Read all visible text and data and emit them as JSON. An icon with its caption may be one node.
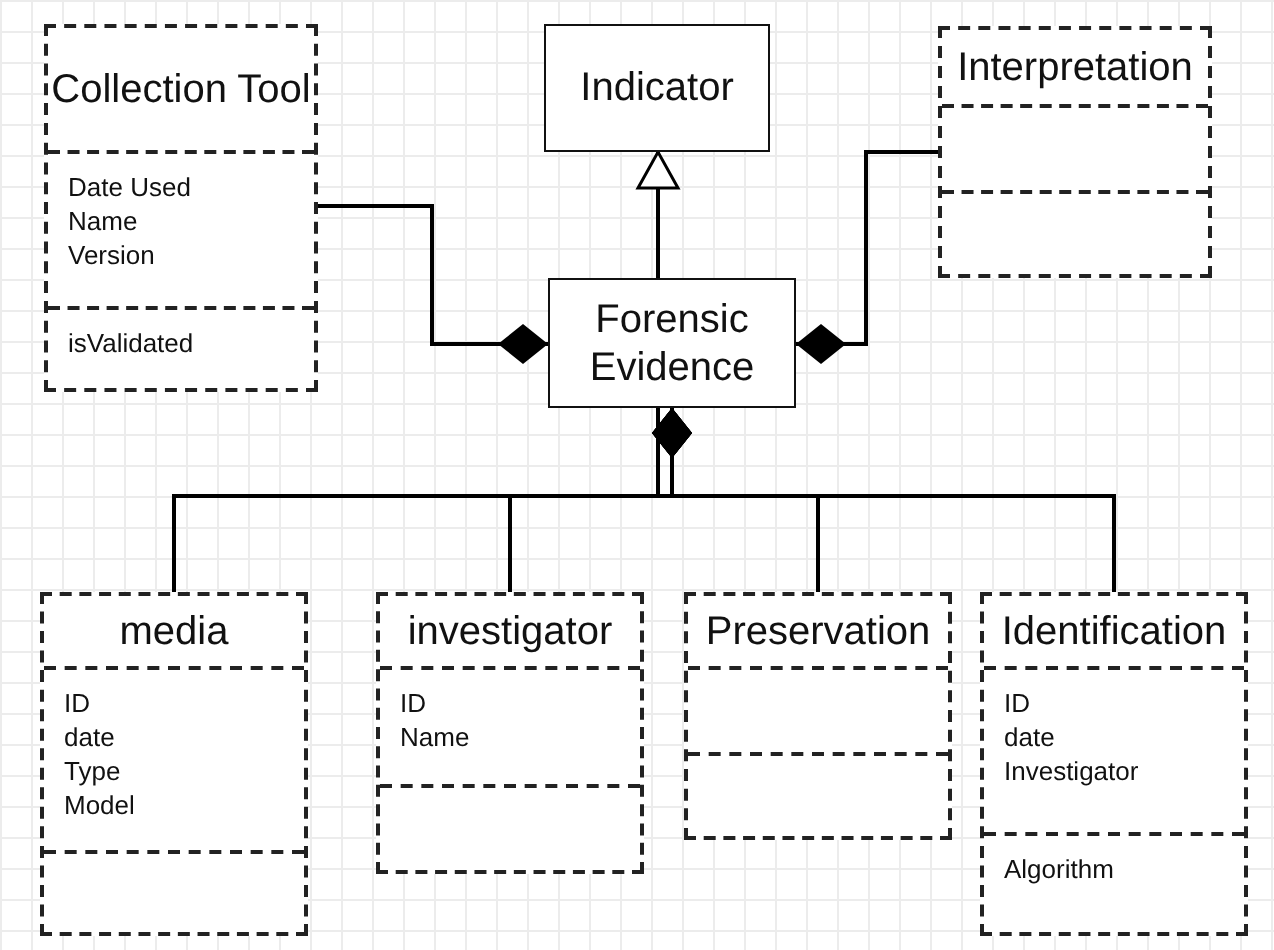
{
  "diagram": {
    "nodes": [
      {
        "text": [
          "Collection Tool",
          "Date Used",
          "Name",
          "Version",
          "isValidated"
        ]
      },
      {
        "text": [
          "Indicator"
        ]
      },
      {
        "text": [
          "Interpretation"
        ]
      },
      {
        "text": [
          "Forensic Evidence"
        ]
      },
      {
        "text": [
          "media",
          "ID",
          "date",
          "Type",
          "Model"
        ]
      },
      {
        "text": [
          "investigator",
          "ID",
          "Name"
        ]
      },
      {
        "text": [
          "Preservation"
        ]
      },
      {
        "text": [
          "Identification",
          "ID",
          "date",
          "Investigator",
          "Algorithm"
        ]
      }
    ],
    "edges": [
      {
        "from": 0,
        "to": 3,
        "arrow": "other"
      },
      {
        "from": 2,
        "to": 3,
        "arrow": "other"
      },
      {
        "from": 3,
        "to": 1,
        "arrow": "to"
      },
      {
        "from": 4,
        "to": 3,
        "arrow": "other"
      },
      {
        "from": 5,
        "to": 3,
        "arrow": "other"
      },
      {
        "from": 6,
        "to": 3,
        "arrow": "other"
      },
      {
        "from": 7,
        "to": 3,
        "arrow": "other"
      }
    ]
  }
}
